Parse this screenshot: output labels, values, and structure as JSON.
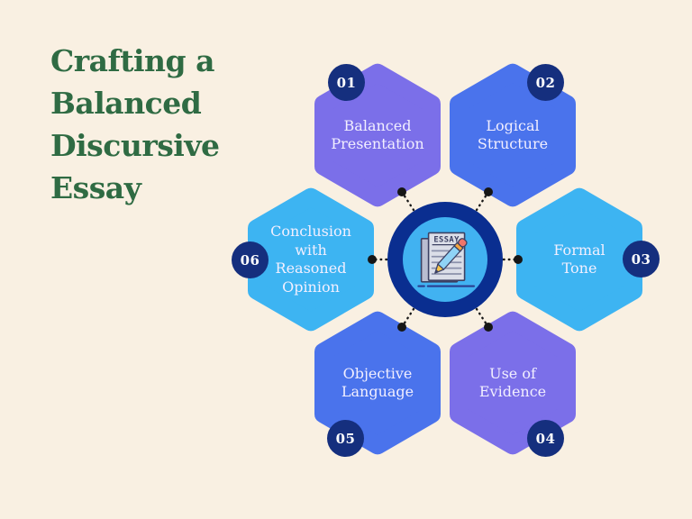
{
  "background_color": "#f9f0e2",
  "title": {
    "text": "Crafting a Balanced Discursive Essay",
    "lines": [
      "Crafting a",
      "Balanced",
      "Discursive",
      "Essay"
    ],
    "color": "#2f6b43"
  },
  "diagram": {
    "center": {
      "icon": "essay-document-pencil-icon",
      "document_label": "ESSAY",
      "ring_color": "#0a2e90",
      "inner_color": "#41b2f1"
    },
    "connector_color": "#161616",
    "badge_color": "#152f7e",
    "badge_text_color": "#ffffff",
    "item_text_color": "#f2efff",
    "items": [
      {
        "number": "01",
        "label": "Balanced Presentation",
        "lines": [
          "Balanced",
          "Presentation"
        ],
        "color": "#7b6fe9"
      },
      {
        "number": "02",
        "label": "Logical Structure",
        "lines": [
          "Logical",
          "Structure"
        ],
        "color": "#4a73ec"
      },
      {
        "number": "03",
        "label": "Formal Tone",
        "lines": [
          "Formal",
          "Tone"
        ],
        "color": "#3db4f2"
      },
      {
        "number": "04",
        "label": "Use of Evidence",
        "lines": [
          "Use of",
          "Evidence"
        ],
        "color": "#7b6fe9"
      },
      {
        "number": "05",
        "label": "Objective Language",
        "lines": [
          "Objective",
          "Language"
        ],
        "color": "#4a73ec"
      },
      {
        "number": "06",
        "label": "Conclusion with Reasoned Opinion",
        "lines": [
          "Conclusion",
          "with",
          "Reasoned",
          "Opinion"
        ],
        "color": "#3db4f2"
      }
    ]
  }
}
